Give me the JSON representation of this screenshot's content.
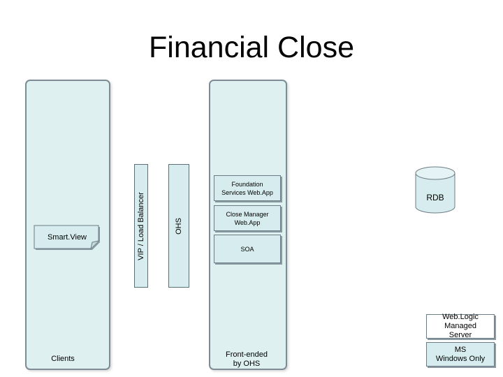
{
  "title": "Financial Close",
  "clients": {
    "label": "Clients",
    "smartview": "Smart.View"
  },
  "vip": {
    "label": "VIP / Load Balancer"
  },
  "ohs": {
    "label": "OHS"
  },
  "server": {
    "label": "Front-ended\nby OHS",
    "foundation": "Foundation\nServices Web.App",
    "close_manager": "Close Manager\nWeb.App",
    "soa": "SOA"
  },
  "db": {
    "label": "RDB"
  },
  "legend": {
    "weblogic": "Web.Logic Managed\nServer",
    "ms_windows": "MS\nWindows Only"
  },
  "colors": {
    "panel_fill": "#dff0f0",
    "panel_border": "#7d8c94",
    "component_fill": "#d7ecee"
  }
}
